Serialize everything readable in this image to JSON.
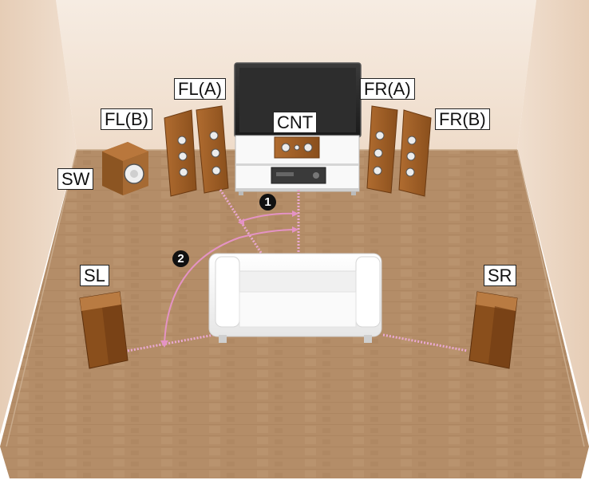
{
  "labels": {
    "fl_a": "FL(A)",
    "fl_b": "FL(B)",
    "fr_a": "FR(A)",
    "fr_b": "FR(B)",
    "cnt": "CNT",
    "sw": "SW",
    "sl": "SL",
    "sr": "SR"
  },
  "angle_markers": {
    "marker_1": "1",
    "marker_2": "2"
  },
  "colors": {
    "wall": "#f3e6d9",
    "floor": "#b28a65",
    "speaker_wood": "#a0622a",
    "speaker_dark": "#6e3b12",
    "angle_line": "#e9a6cf",
    "tv_screen": "#2a2a2a",
    "sofa": "#f7f7f7"
  }
}
